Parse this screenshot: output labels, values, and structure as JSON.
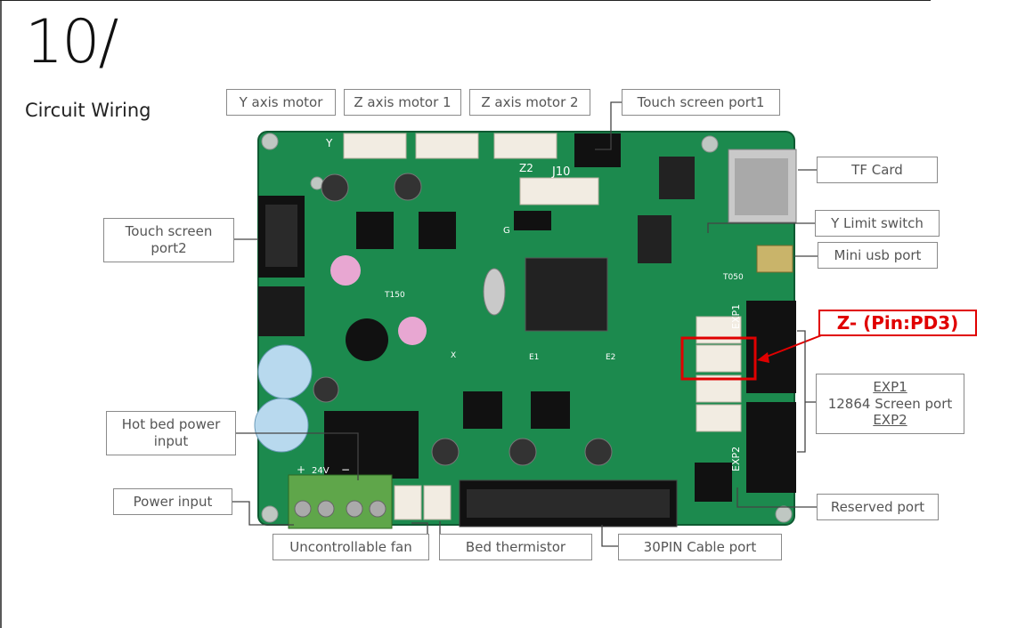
{
  "heading": {
    "number": "10/",
    "subtitle": "Circuit Wiring"
  },
  "labels": {
    "y_axis_motor": "Y axis motor",
    "z_axis_motor_1": "Z axis motor 1",
    "z_axis_motor_2": "Z axis motor 2",
    "touch_screen_port1": "Touch screen port1",
    "tf_card": "TF Card",
    "y_limit_switch": "Y Limit switch",
    "mini_usb_port": "Mini usb port",
    "touch_screen_port2_line1": "Touch screen",
    "touch_screen_port2_line2": "port2",
    "exp1": "EXP1",
    "screen_port": "12864 Screen port",
    "exp2": "EXP2",
    "hot_bed_line1": "Hot bed power",
    "hot_bed_line2": "input",
    "power_input": "Power input",
    "reserved_port": "Reserved port",
    "uncontrollable_fan": "Uncontrollable fan",
    "bed_thermistor": "Bed thermistor",
    "cable_port": "30PIN Cable port"
  },
  "callout": {
    "text": "Z- (Pin:PD3)",
    "color": "#e00000"
  },
  "board_text": {
    "j10": "J10",
    "z2": "Z2",
    "y": "Y",
    "exp1": "EXP1",
    "exp2": "EXP2",
    "t150": "T150",
    "t050": "T050",
    "e1": "E1",
    "e2": "E2",
    "x": "X",
    "v24": "24V",
    "plus": "+",
    "minus": "−",
    "g": "G"
  },
  "colors": {
    "pcb": "#1c8a4e",
    "pcb_dark": "#137040",
    "heatsink": "#111111",
    "connector": "#f2ece2",
    "terminal": "#5fa64a",
    "label_border": "#8a8a8a",
    "label_text": "#555555",
    "highlight": "#e00000"
  }
}
